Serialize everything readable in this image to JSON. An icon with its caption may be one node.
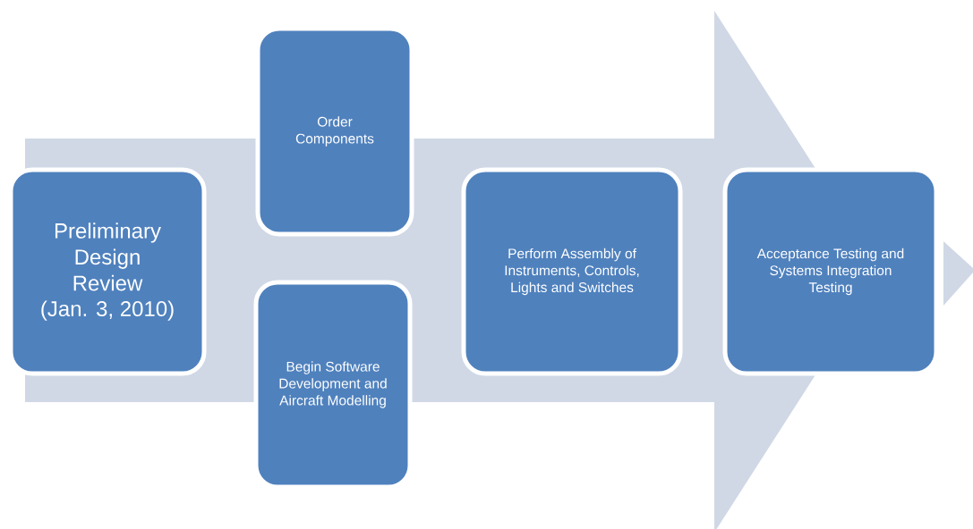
{
  "diagram": {
    "nodes": [
      {
        "text": [
          "Preliminary Design Review",
          "(Jan. 3, 2010)"
        ]
      },
      {
        "text": [
          "Order Components"
        ]
      },
      {
        "text": [
          "Begin Software Development and Aircraft Modelling"
        ]
      },
      {
        "text": [
          "Perform Assembly of Instruments, Controls, Lights and Switches"
        ]
      },
      {
        "text": [
          "Acceptance Testing and Systems Integration Testing"
        ]
      }
    ],
    "edges": [
      {
        "from": 0,
        "to": 4,
        "arrow": "to"
      }
    ]
  }
}
